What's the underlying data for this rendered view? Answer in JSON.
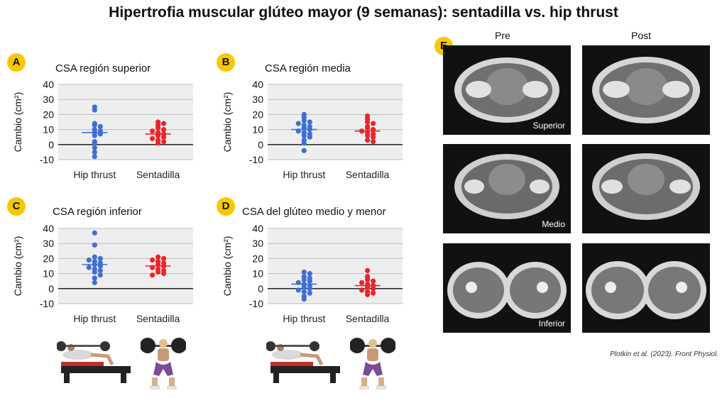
{
  "title": "Hipertrofia muscular glúteo mayor (9 semanas): sentadilla vs. hip thrust",
  "colors": {
    "hip_thrust": "#3f6fd0",
    "sentadilla": "#e8262a",
    "badge": "#f7c800",
    "plot_bg": "#eeeeee",
    "grid": "#bdbdbd"
  },
  "chart_data": [
    {
      "id": "A",
      "type": "scatter",
      "title": "CSA región superior",
      "ylabel": "Cambio (cm²)",
      "ylim": [
        -10,
        40
      ],
      "yticks": [
        40,
        30,
        20,
        10,
        0,
        -10
      ],
      "categories": [
        "Hip thrust",
        "Sentadilla"
      ],
      "series": [
        {
          "name": "Hip thrust",
          "values": [
            25,
            23,
            14,
            13,
            12,
            10,
            9,
            8,
            7,
            6,
            2,
            1,
            -2,
            -5,
            -8
          ],
          "mean": 8
        },
        {
          "name": "Sentadilla",
          "values": [
            15,
            14,
            13,
            11,
            10,
            9,
            8,
            7,
            6,
            5,
            4,
            3,
            2,
            1
          ],
          "mean": 7
        }
      ]
    },
    {
      "id": "B",
      "type": "scatter",
      "title": "CSA región media",
      "ylabel": "Cambio (cm²)",
      "ylim": [
        -10,
        40
      ],
      "yticks": [
        40,
        30,
        20,
        10,
        0,
        -10
      ],
      "categories": [
        "Hip thrust",
        "Sentadilla"
      ],
      "series": [
        {
          "name": "Hip thrust",
          "values": [
            20,
            18,
            16,
            15,
            14,
            13,
            12,
            11,
            10,
            9,
            8,
            7,
            6,
            5,
            3,
            1,
            -4
          ],
          "mean": 10
        },
        {
          "name": "Sentadilla",
          "values": [
            19,
            17,
            15,
            14,
            12,
            11,
            10,
            9,
            8,
            7,
            6,
            5,
            3,
            2
          ],
          "mean": 9
        }
      ]
    },
    {
      "id": "C",
      "type": "scatter",
      "title": "CSA región inferior",
      "ylabel": "Cambio (cm²)",
      "ylim": [
        -10,
        40
      ],
      "yticks": [
        40,
        30,
        20,
        10,
        0,
        -10
      ],
      "categories": [
        "Hip thrust",
        "Sentadilla"
      ],
      "series": [
        {
          "name": "Hip thrust",
          "values": [
            37,
            29,
            21,
            20,
            19,
            18,
            17,
            16,
            15,
            14,
            13,
            12,
            11,
            9,
            7,
            4
          ],
          "mean": 16
        },
        {
          "name": "Sentadilla",
          "values": [
            21,
            20,
            19,
            18,
            17,
            16,
            15,
            14,
            13,
            12,
            11,
            10,
            9
          ],
          "mean": 15
        }
      ]
    },
    {
      "id": "D",
      "type": "scatter",
      "title": "CSA del glúteo medio y menor",
      "ylabel": "Cambio (cm²)",
      "ylim": [
        -10,
        40
      ],
      "yticks": [
        40,
        30,
        20,
        10,
        0,
        -10
      ],
      "categories": [
        "Hip thrust",
        "Sentadilla"
      ],
      "series": [
        {
          "name": "Hip thrust",
          "values": [
            11,
            10,
            8,
            7,
            6,
            5,
            4,
            3,
            2,
            1,
            0,
            -1,
            -2,
            -3,
            -5,
            -7
          ],
          "mean": 3
        },
        {
          "name": "Sentadilla",
          "values": [
            12,
            8,
            6,
            5,
            4,
            3,
            2,
            1,
            0,
            -1,
            -2,
            -3,
            -4
          ],
          "mean": 2
        }
      ]
    }
  ],
  "mri": {
    "badge": "E",
    "columns": [
      "Pre",
      "Post"
    ],
    "rows": [
      "Superior",
      "Medio",
      "Inferior"
    ]
  },
  "citation": "Plotkin et al. (2023). Front Physiol."
}
